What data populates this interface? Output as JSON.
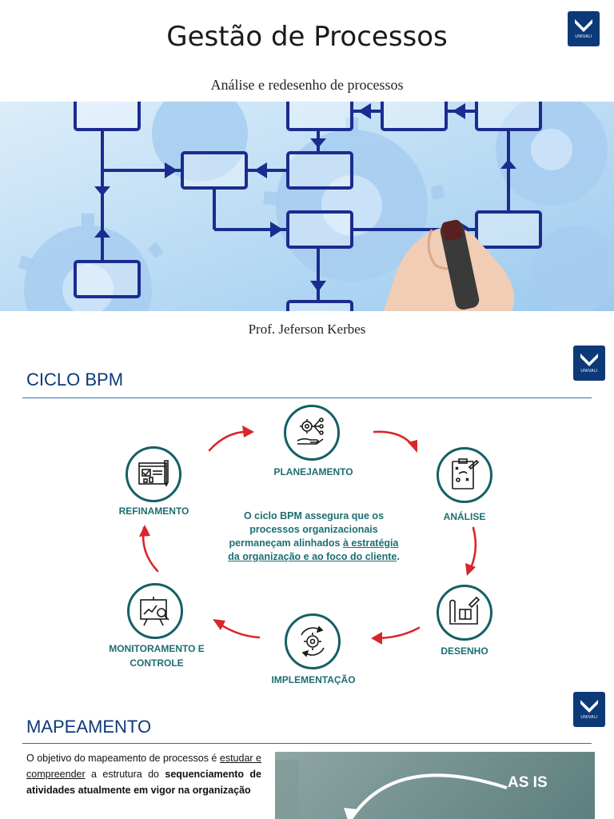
{
  "slide1": {
    "title": "Gestão de Processos",
    "subtitle": "Análise e redesenho de processos",
    "author": "Prof. Jeferson Kerbes",
    "logo_text": "UNIVALI"
  },
  "slide2": {
    "title": "CICLO BPM",
    "logo_text": "UNIVALI",
    "stages": {
      "planejamento": "PLANEJAMENTO",
      "analise": "ANÁLISE",
      "desenho": "DESENHO",
      "implementacao": "IMPLEMENTAÇÃO",
      "monitoramento_1": "MONITORAMENTO E",
      "monitoramento_2": "CONTROLE",
      "refinamento": "REFINAMENTO"
    },
    "center": {
      "line1": "O ciclo BPM assegura que os",
      "line2": "processos organizacionais",
      "line3_plain": "permaneçam alinhados ",
      "line3_link": "à estratégia",
      "line4_link": "da organização e ao foco do cliente",
      "line4_end": "."
    },
    "colors": {
      "teal": "#145f65",
      "arrow": "#d9262b"
    }
  },
  "slide3": {
    "title": "MAPEAMENTO",
    "logo_text": "UNIVALI",
    "p_part1": "O objetivo do mapeamento de processos é ",
    "p_link": "estudar e compreender",
    "p_part2": " a estrutura do ",
    "p_bold": "sequenciamento de atividades atualmente em",
    "p_cut": "vigor na organização",
    "asis_label": "AS IS"
  }
}
